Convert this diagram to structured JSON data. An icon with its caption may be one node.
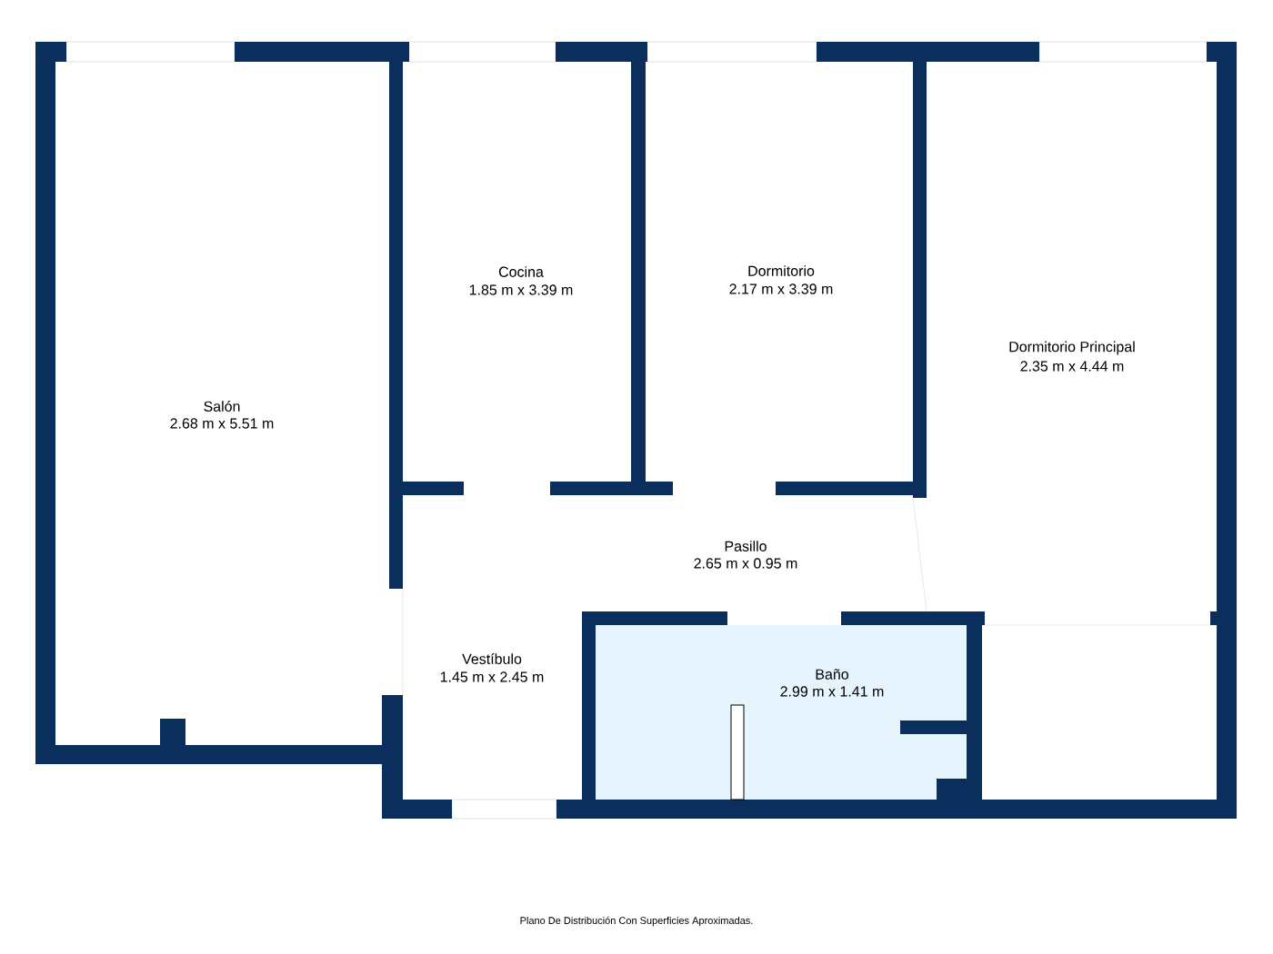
{
  "diagram": {
    "caption": "Plano De Distribución Con Superficies Aproximadas.",
    "labels": [
      "Cocina",
      "1.85 m x 3.39 m",
      "Dormitorio",
      "2.17 m x 3.39 m",
      "Dormitorio Principal",
      "2.35 m x 4.44 m",
      "Salón",
      "2.68 m x 5.51 m",
      "Pasillo",
      "2.65 m x 0.95 m",
      "Vestíbulo",
      "1.45 m x 2.45 m",
      "Baño",
      "2.99 m x 1.41 m"
    ]
  }
}
